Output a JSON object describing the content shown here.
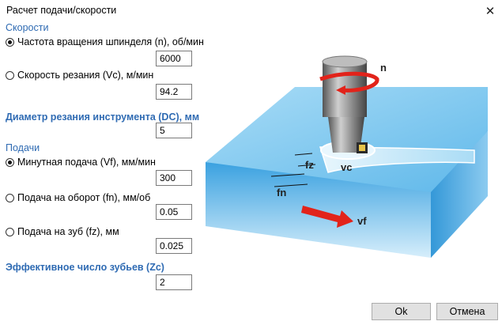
{
  "window": {
    "title": "Расчет подачи/скорости",
    "close_glyph": "✕"
  },
  "speeds": {
    "title": "Скорости",
    "spindle_label": "Частота вращения шпинделя (n), об/мин",
    "spindle_value": "6000",
    "spindle_selected": true,
    "cutting_label": "Скорость резания (Vc), м/мин",
    "cutting_value": "94.2",
    "cutting_selected": false
  },
  "diameter": {
    "title": "Диаметр резания инструмента (DC), мм",
    "value": "5"
  },
  "feeds": {
    "title": "Подачи",
    "minute_label": "Минутная подача (Vf), мм/мин",
    "minute_value": "300",
    "minute_selected": true,
    "rev_label": "Подача на оборот (fn), мм/об",
    "rev_value": "0.05",
    "rev_selected": false,
    "tooth_label": "Подача на зуб (fz), мм",
    "tooth_value": "0.025",
    "tooth_selected": false
  },
  "teeth": {
    "title": "Эффективное число зубьев (Zc)",
    "value": "2"
  },
  "buttons": {
    "ok": "Ok",
    "cancel": "Отмена"
  },
  "diagram": {
    "label_n": "n",
    "label_vc": "vc",
    "label_fz": "fz",
    "label_fn": "fn",
    "label_vf": "vf",
    "accent_color": "#e2231a",
    "block_color": "#4aaee8"
  }
}
